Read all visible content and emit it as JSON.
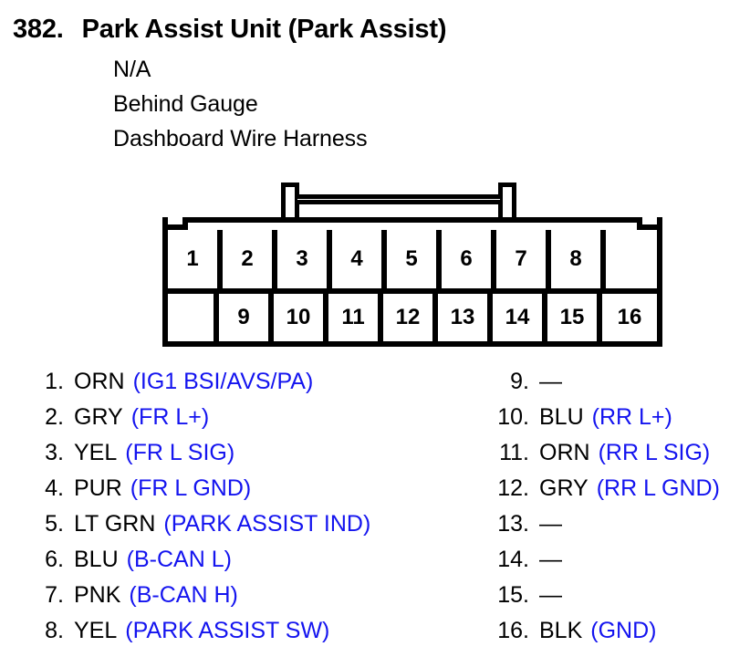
{
  "header": {
    "number": "382.",
    "title": "Park Assist Unit (Park Assist)",
    "subtitles": [
      "N/A",
      "Behind Gauge",
      "Dashboard Wire Harness"
    ]
  },
  "connector": {
    "top_row": [
      {
        "label": "1"
      },
      {
        "label": "2"
      },
      {
        "label": "3"
      },
      {
        "label": "4"
      },
      {
        "label": "5"
      },
      {
        "label": "6"
      },
      {
        "label": "7"
      },
      {
        "label": "8"
      },
      {
        "label": ""
      }
    ],
    "bottom_row": [
      {
        "label": ""
      },
      {
        "label": "9"
      },
      {
        "label": "10"
      },
      {
        "label": "11"
      },
      {
        "label": "12"
      },
      {
        "label": "13"
      },
      {
        "label": "14"
      },
      {
        "label": "15"
      },
      {
        "label": "16"
      }
    ]
  },
  "legend": {
    "left": [
      {
        "num": "1.",
        "color": "ORN",
        "signal": "(IG1 BSI/AVS/PA)"
      },
      {
        "num": "2.",
        "color": "GRY",
        "signal": "(FR L+)"
      },
      {
        "num": "3.",
        "color": "YEL",
        "signal": "(FR L SIG)"
      },
      {
        "num": "4.",
        "color": "PUR",
        "signal": "(FR L GND)"
      },
      {
        "num": "5.",
        "color": "LT GRN",
        "signal": "(PARK ASSIST IND)"
      },
      {
        "num": "6.",
        "color": "BLU",
        "signal": "(B-CAN L)"
      },
      {
        "num": "7.",
        "color": "PNK",
        "signal": "(B-CAN H)"
      },
      {
        "num": "8.",
        "color": "YEL",
        "signal": "(PARK ASSIST SW)"
      }
    ],
    "right": [
      {
        "num": "9.",
        "color": "—",
        "signal": ""
      },
      {
        "num": "10.",
        "color": "BLU",
        "signal": "(RR L+)"
      },
      {
        "num": "11.",
        "color": "ORN",
        "signal": "(RR L SIG)"
      },
      {
        "num": "12.",
        "color": "GRY",
        "signal": "(RR L GND)"
      },
      {
        "num": "13.",
        "color": "—",
        "signal": ""
      },
      {
        "num": "14.",
        "color": "—",
        "signal": ""
      },
      {
        "num": "15.",
        "color": "—",
        "signal": ""
      },
      {
        "num": "16.",
        "color": "BLK",
        "signal": "(GND)"
      }
    ]
  },
  "colors": {
    "signal_blue": "#1414ef",
    "ink_black": "#000000",
    "page_background": "#ffffff"
  }
}
